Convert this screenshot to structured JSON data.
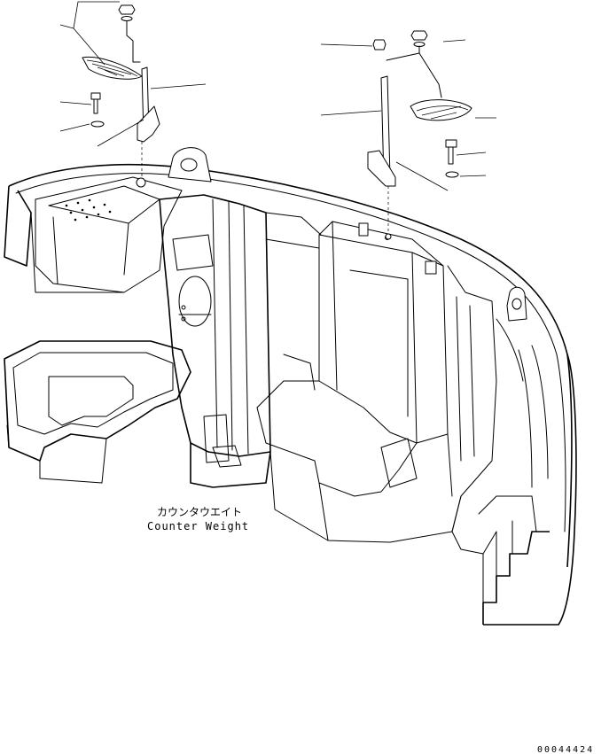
{
  "labels": {
    "part_name_jp": "カウンタウエイト",
    "part_name_en": "Counter Weight",
    "drawing_number": "00044424"
  }
}
